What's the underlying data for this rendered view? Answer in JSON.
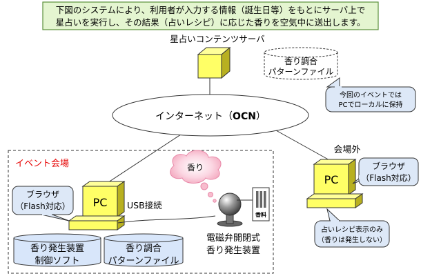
{
  "intro": {
    "line1": "下図のシステムにより、利用者が入力する情報（誕生日等）をもとにサーバ上で",
    "line2": "星占いを実行し、その結果（占いレシピ）に応じた香りを空気中に送出します。"
  },
  "server": {
    "label": "星占いコンテンツサーバ",
    "pattern_line1": "香り調合",
    "pattern_line2": "パターンファイル",
    "note_line1": "今回のイベントでは",
    "note_line2": "PCでローカルに保持"
  },
  "internet": {
    "label_prefix": "インターネット（",
    "label_bold": "OCN",
    "label_suffix": "）"
  },
  "venue": {
    "title": "イベント会場",
    "pc_label": "PC",
    "browser_line1": "ブラウザ",
    "browser_line2": "（Flash対応）",
    "usb_label": "USB接続",
    "scent_cloud": "香り",
    "cartridge_label": "香料",
    "device_line1": "電磁弁開閉式",
    "device_line2": "香り発生装置",
    "soft_line1": "香り発生装置",
    "soft_line2": "制御ソフト",
    "file_line1": "香り調合",
    "file_line2": "パターンファイル"
  },
  "outside": {
    "title": "会場外",
    "pc_label": "PC",
    "browser_line1": "ブラウザ",
    "browser_line2": "（Flash対応）",
    "note_line1": "占いレシピ表示のみ",
    "note_line2": "（香りは発生しない）"
  },
  "colors": {
    "intro_bg": "#e4f5d0",
    "intro_border": "#5a8f3a",
    "pc_yellow": "#ffff66",
    "pc_shadow": "#b8b020",
    "bubble_bg": "#dde8f7",
    "cloud_pink": "#f2a0b8",
    "venue_title": "#e60000",
    "cylinder": "#d8e6fa"
  },
  "icons": [
    "server-cube-icon",
    "pc-icon",
    "scent-device-icon",
    "scent-cartridge-icon",
    "scent-cloud-icon"
  ]
}
